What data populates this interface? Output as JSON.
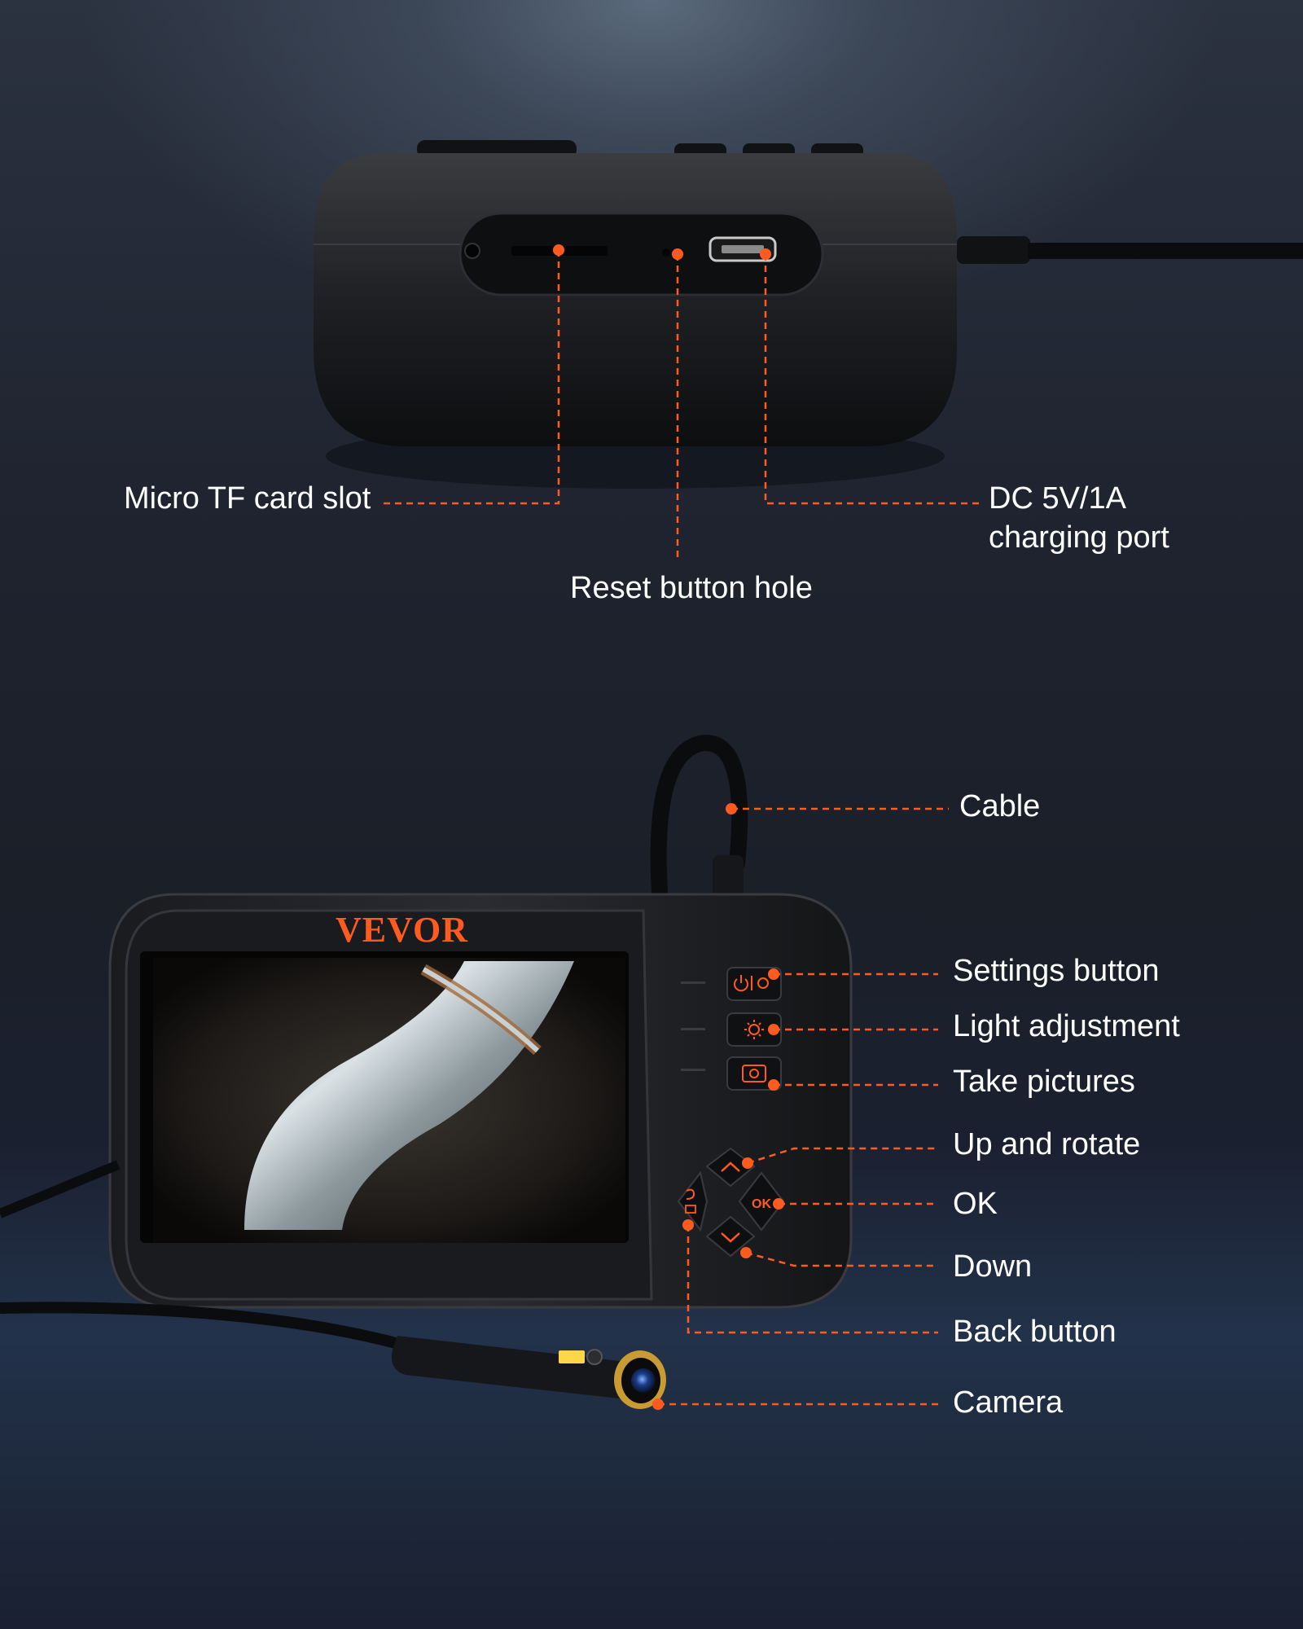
{
  "brand": {
    "logo_text": "VEVOR",
    "accent_color": "#ff5a1f"
  },
  "top_callouts": {
    "tf_slot": "Micro TF card slot",
    "reset_hole": "Reset button hole",
    "charging_port_line1": "DC 5V/1A",
    "charging_port_line2": "charging port"
  },
  "bottom_callouts": {
    "cable": "Cable",
    "settings": "Settings button",
    "light": "Light adjustment",
    "pictures": "Take pictures",
    "up": "Up and rotate",
    "ok": "OK",
    "down": "Down",
    "back": "Back button",
    "camera": "Camera"
  },
  "device_buttons": {
    "ok_text": "OK"
  },
  "icons": [
    "power-settings-icon",
    "sun-icon",
    "camera-icon",
    "chevron-up-icon",
    "chevron-down-icon",
    "back-icon",
    "image-icon"
  ]
}
